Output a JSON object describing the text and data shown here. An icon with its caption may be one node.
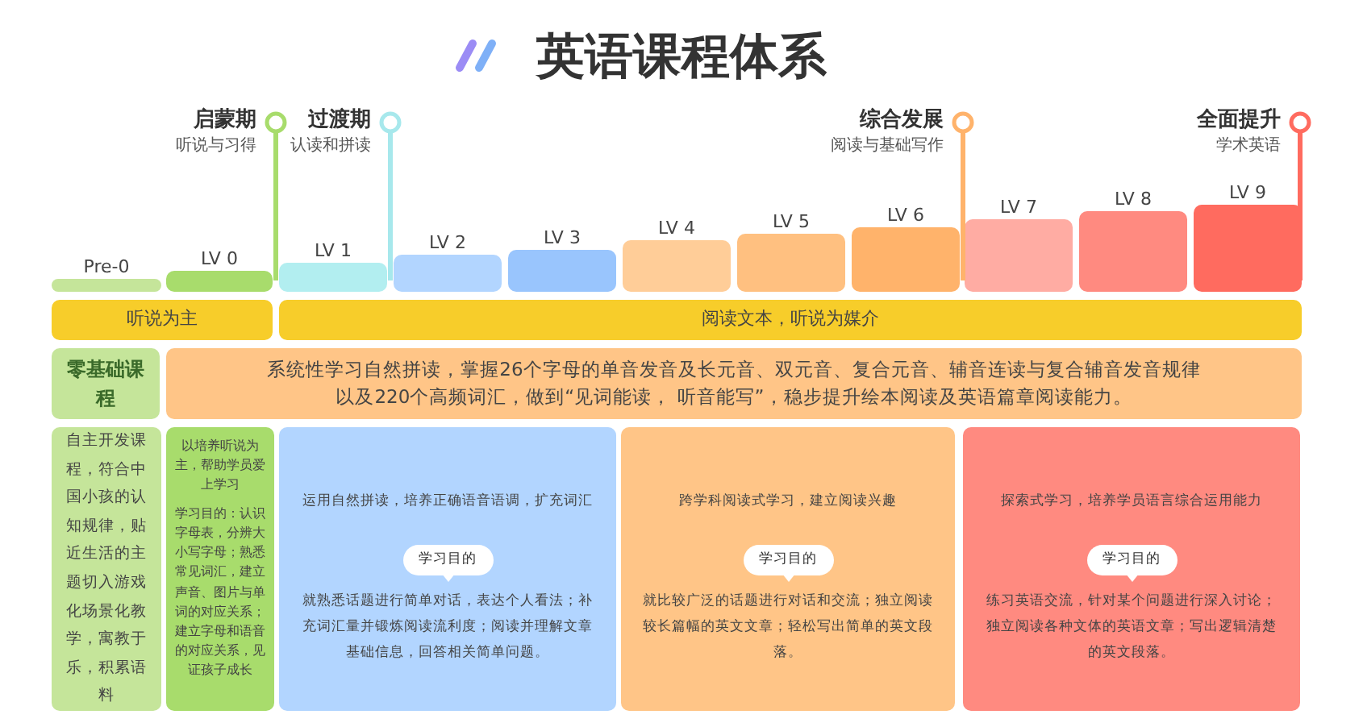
{
  "diagram": {
    "title": "英语课程体系",
    "nodes": [
      {
        "text": [
          "Pre-0"
        ]
      },
      {
        "text": [
          "LV 0"
        ]
      },
      {
        "text": [
          "LV 1"
        ]
      },
      {
        "text": [
          "LV 2"
        ]
      },
      {
        "text": [
          "LV 3"
        ]
      },
      {
        "text": [
          "LV 4"
        ]
      },
      {
        "text": [
          "LV 5"
        ]
      },
      {
        "text": [
          "LV 6"
        ]
      },
      {
        "text": [
          "LV 7"
        ]
      },
      {
        "text": [
          "LV 8"
        ]
      },
      {
        "text": [
          "LV 9"
        ]
      },
      {
        "text": [
          "启蒙期",
          "听说与习得"
        ]
      },
      {
        "text": [
          "过渡期",
          "认读和拼读"
        ]
      },
      {
        "text": [
          "综合发展",
          "阅读与基础写作"
        ]
      },
      {
        "text": [
          "全面提升",
          "学术英语"
        ]
      },
      {
        "text": [
          "听说为主"
        ]
      },
      {
        "text": [
          "阅读文本，听说为媒介"
        ]
      },
      {
        "text": [
          "零基础课程"
        ]
      },
      {
        "text": [
          "系统性学习自然拼读，掌握26个字母的单音发音及长元音、双元音、复合元音、辅音连读与复合辅音发音规律以及220个高频词汇，做到“见词能读， 听音能写”，稳步提升绘本阅读及英语篇章阅读能力。"
        ]
      },
      {
        "text": [
          "自主开发课程，符合中国小孩的认知规律，贴近生活的主题切入游戏化场景化教学，寓教于乐，积累语料"
        ]
      },
      {
        "text": [
          "以培养听说为主，帮助学员爱上学习",
          "学习目的：认识字母表，分辨大小写字母；熟悉常见词汇，建立声音、图片与单词的对应关系；建立字母和语音的对应关系，见证孩子成长"
        ]
      },
      {
        "text": [
          "运用自然拼读，培养正确语音语调，扩充词汇",
          "就熟悉话题进行简单对话，表达个人看法；补充词汇量并锻炼阅读流利度；阅读并理解文章基础信息，回答相关简单问题。"
        ]
      },
      {
        "text": [
          "学习目的"
        ],
        "in": 21
      },
      {
        "text": [
          "跨学科阅读式学习，建立阅读兴趣",
          "就比较广泛的话题进行对话和交流；独立阅读较长篇幅的英文文章；轻松写出简单的英文段落。"
        ]
      },
      {
        "text": [
          "学习目的"
        ],
        "in": 23
      },
      {
        "text": [
          "探索式学习，培养学员语言综合运用能力",
          "练习英语交流，针对某个问题进行深入讨论；独立阅读各种文体的英语文章；写出逻辑清楚的英文段落。"
        ]
      },
      {
        "text": [
          "学习目的"
        ],
        "in": 25
      }
    ]
  }
}
